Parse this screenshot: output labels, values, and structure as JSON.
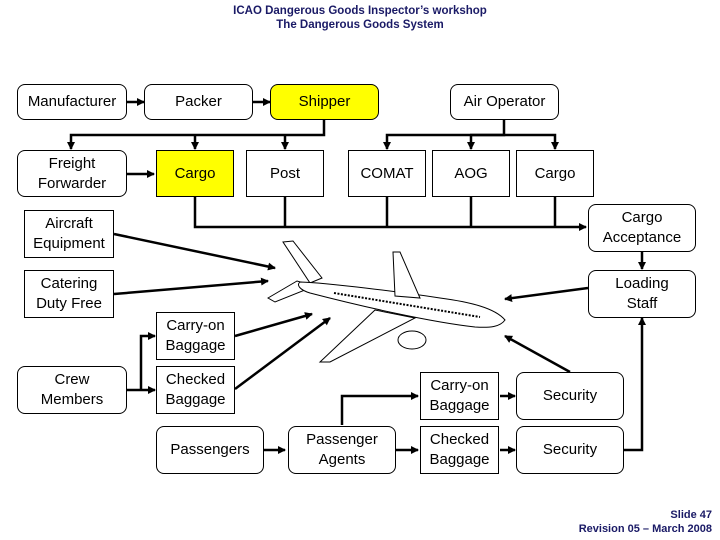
{
  "header": {
    "title_line1": "ICAO Dangerous Goods Inspector’s workshop",
    "title_line2": "The Dangerous Goods System"
  },
  "boxes": {
    "manufacturer": "Manufacturer",
    "packer": "Packer",
    "shipper": "Shipper",
    "air_operator": "Air Operator",
    "freight_forwarder": "Freight Forwarder",
    "cargo_shipper": "Cargo",
    "post": "Post",
    "comat": "COMAT",
    "aog": "AOG",
    "cargo_operator": "Cargo",
    "aircraft_equipment": "Aircraft Equipment",
    "cargo_acceptance": "Cargo Acceptance",
    "catering_duty_free": "Catering Duty Free",
    "loading_staff": "Loading Staff",
    "crew_carry_on": "Carry-on Baggage",
    "crew_members": "Crew Members",
    "crew_checked": "Checked Baggage",
    "passengers": "Passengers",
    "passenger_agents": "Passenger Agents",
    "pax_carry_on": "Carry-on Baggage",
    "pax_checked": "Checked Baggage",
    "security_carry_on": "Security",
    "security_checked": "Security"
  },
  "highlight_color": "#ffff00",
  "footer": {
    "slide": "Slide 47",
    "revision": "Revision 05 – March 2008"
  }
}
